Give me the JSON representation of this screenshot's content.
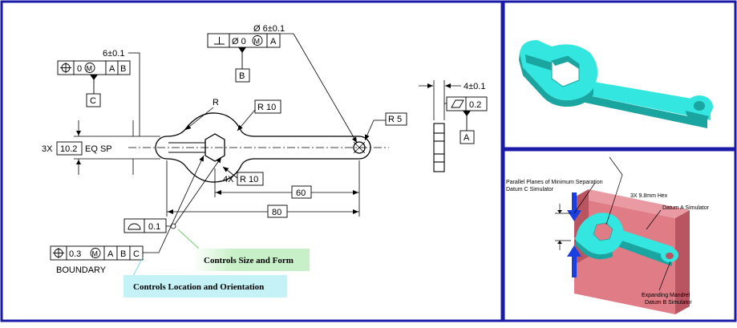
{
  "drawing": {
    "dim_top_width": "6±0.1",
    "dim_hole_dia": "Ø 6±0.1",
    "fcf_top_left": {
      "symbol": "position",
      "tol": "0",
      "mod": "M",
      "datums": [
        "A",
        "B"
      ]
    },
    "datum_c": "C",
    "fcf_top_mid": {
      "symbol": "perpendicularity",
      "tol": "Ø 0",
      "mod": "M",
      "datums": [
        "A"
      ]
    },
    "datum_b": "B",
    "label_r": "R",
    "r10_top": "R 10",
    "r5": "R 5",
    "count_prefix": "3X",
    "hex_size": "10.2",
    "eq_sp": "EQ SP",
    "r10_bottom": "4X R 10",
    "dim_60": "60",
    "dim_80": "80",
    "profile_tol": "0.1",
    "fcf_bottom": {
      "symbol": "position",
      "tol": "0.3",
      "mod": "M",
      "datums": [
        "A",
        "B",
        "C"
      ]
    },
    "boundary": "BOUNDARY",
    "dim_thickness": "4±0.1",
    "flatness_tol": "0.2",
    "datum_a": "A",
    "callout_size_form": "Controls Size and Form",
    "callout_location": "Controls Location and Orientation"
  },
  "fixture": {
    "planes_label": "Parallel Planes of Minimum Separation",
    "datum_c_sim": "Datum C Simulator",
    "hex_label": "3X 9.8mm Hex",
    "datum_a_sim": "Datum A Simulator",
    "mandrel": "Expanding Mandrel",
    "datum_b_sim": "Datum B Simulator"
  },
  "colors": {
    "border": "#1a1aa8",
    "part": "#33e6e0",
    "part_dark": "#1aa5a0",
    "fixture": "#e07c86",
    "fixture_dark": "#b85560",
    "callout_green": "#c8f0c8",
    "callout_cyan": "#c4f2f7",
    "arrow_blue": "#1a3fe0"
  }
}
